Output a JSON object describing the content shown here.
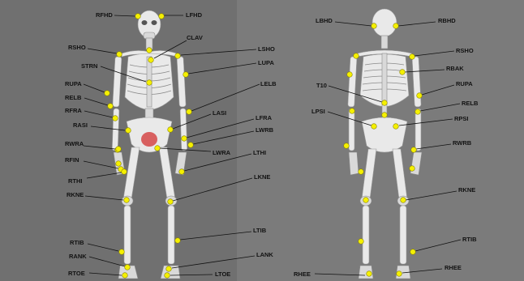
{
  "figure": {
    "background_left": "#707070",
    "background_right": "#7b7b7b",
    "marker_color": "#f5f000",
    "pelvis_color": "#d86060"
  },
  "front_labels": [
    "RFHD",
    "LFHD",
    "CLAV",
    "RSHO",
    "STRN",
    "LSHO",
    "LUPA",
    "RUPA",
    "RELB",
    "LELB",
    "RFRA",
    "RASI",
    "LASI",
    "LFRA",
    "RWRA",
    "LWRB",
    "LWRA",
    "RFIN",
    "LTHI",
    "RTHI",
    "RKNE",
    "LKNE",
    "LTIB",
    "RTIB",
    "RANK",
    "LANK",
    "RTOE",
    "LTOE"
  ],
  "back_labels": [
    "LBHD",
    "RBHD",
    "RSHO",
    "RBAK",
    "T10",
    "RUPA",
    "RELB",
    "LPSI",
    "RPSI",
    "RWRB",
    "RKNE",
    "RTIB",
    "RHEE"
  ]
}
